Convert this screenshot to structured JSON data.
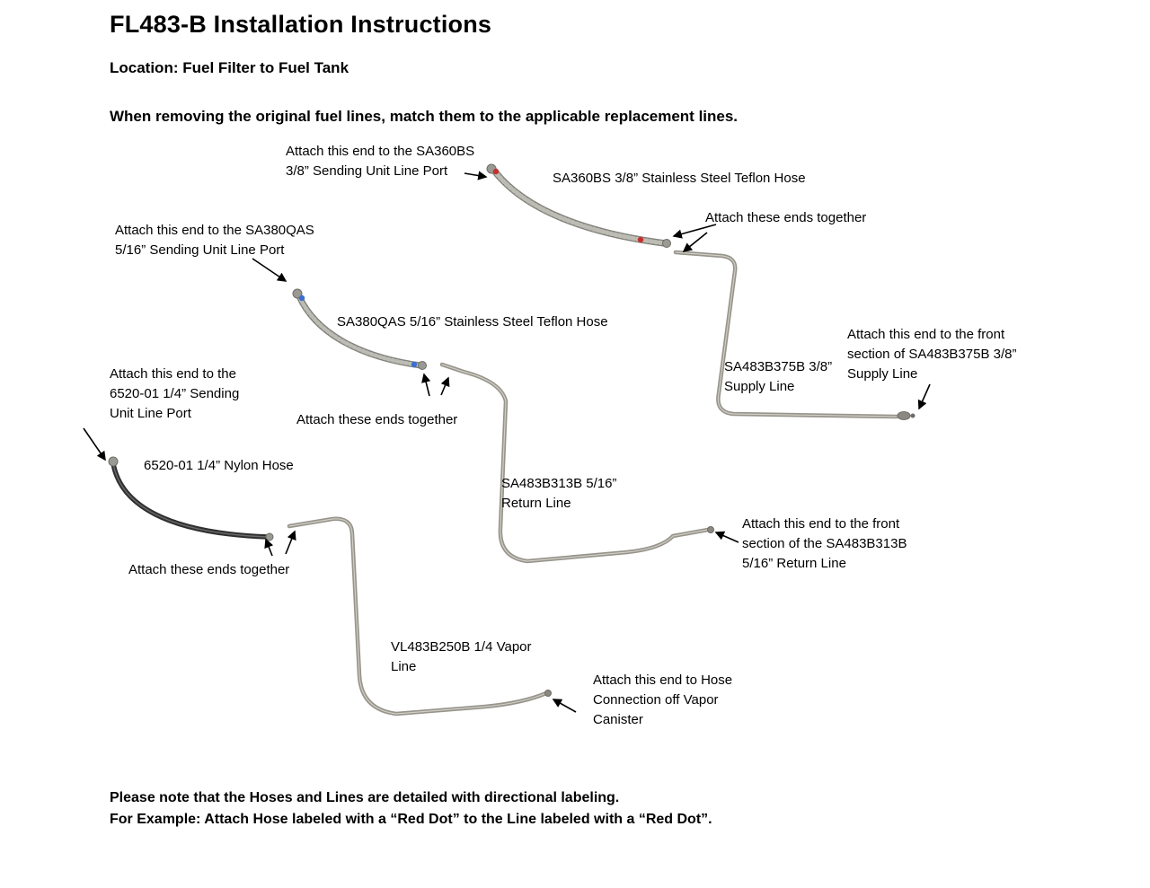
{
  "header": {
    "title": "FL483-B Installation Instructions",
    "location": "Location: Fuel Filter to Fuel Tank",
    "instruction": "When removing the original fuel lines, match them to the applicable replacement lines."
  },
  "labels": {
    "sa360bs_attach": "Attach this end to the SA360BS  3/8” Sending Unit Line Port",
    "sa360bs_hose": "SA360BS 3/8” Stainless Steel Teflon Hose",
    "attach_ends_top": "Attach  these ends together",
    "sa380qas_attach": "Attach this end to the SA380QAS 5/16” Sending Unit Line Port",
    "sa380qas_hose": "SA380QAS 5/16” Stainless Steel Teflon Hose",
    "supply_attach": "Attach this end to the front section of SA483B375B 3/8” Supply Line",
    "supply_line": "SA483B375B 3/8” Supply Line",
    "n6520_attach": "Attach this end to the 6520-01  1/4” Sending Unit Line Port",
    "attach_ends_mid": "Attach  these ends together",
    "n6520_hose": "6520-01 1/4” Nylon Hose",
    "return_line": "SA483B313B 5/16” Return Line",
    "return_attach": "Attach this end to the front section of the SA483B313B 5/16” Return Line",
    "attach_ends_left": "Attach  these ends together",
    "vapor_line": "VL483B250B 1/4 Vapor Line",
    "vapor_attach": "Attach this end to Hose Connection off Vapor Canister"
  },
  "footer": {
    "note1": "Please note that the Hoses and Lines are detailed with directional labeling.",
    "note2": "For Example: Attach Hose labeled with a “Red Dot” to the Line labeled with a “Red Dot”."
  },
  "colors": {
    "hose_steel": "#82827c",
    "hose_braid_highlight": "#bcbcb4",
    "hose_nylon": "#2f2f2f",
    "line_metal": "#97948b",
    "line_highlight": "#d0cec6",
    "red_dot": "#c62f2f",
    "blue_dot": "#3a6fd0",
    "arrow": "#000000"
  }
}
